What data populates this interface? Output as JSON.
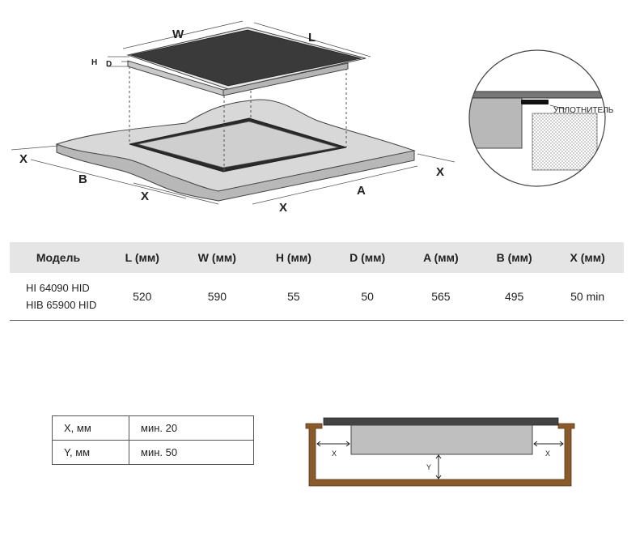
{
  "diagram": {
    "labels": {
      "W": "W",
      "L": "L",
      "H": "H",
      "D": "D",
      "X": "X",
      "B": "B",
      "A": "A",
      "seal": "УПЛОТНИТЕЛЬ"
    },
    "bottom_labels": {
      "X": "X",
      "Y": "Y"
    },
    "colors": {
      "hob_top": "#3a3a3a",
      "counter": "#d8d8d8",
      "wood": "#8b5a2b",
      "hob_body": "#c9c9c9"
    }
  },
  "spec_table": {
    "headers": [
      "Модель",
      "L (мм)",
      "W (мм)",
      "H (мм)",
      "D (мм)",
      "A (мм)",
      "B (мм)",
      "X (мм)"
    ],
    "models": [
      "HI 64090 HID",
      "HIB 65900 HID"
    ],
    "values": [
      "520",
      "590",
      "55",
      "50",
      "565",
      "495",
      "50 min"
    ]
  },
  "min_table": {
    "rows": [
      {
        "label": "X, мм",
        "value": "мин. 20"
      },
      {
        "label": "Y, мм",
        "value": "мин. 50"
      }
    ]
  }
}
